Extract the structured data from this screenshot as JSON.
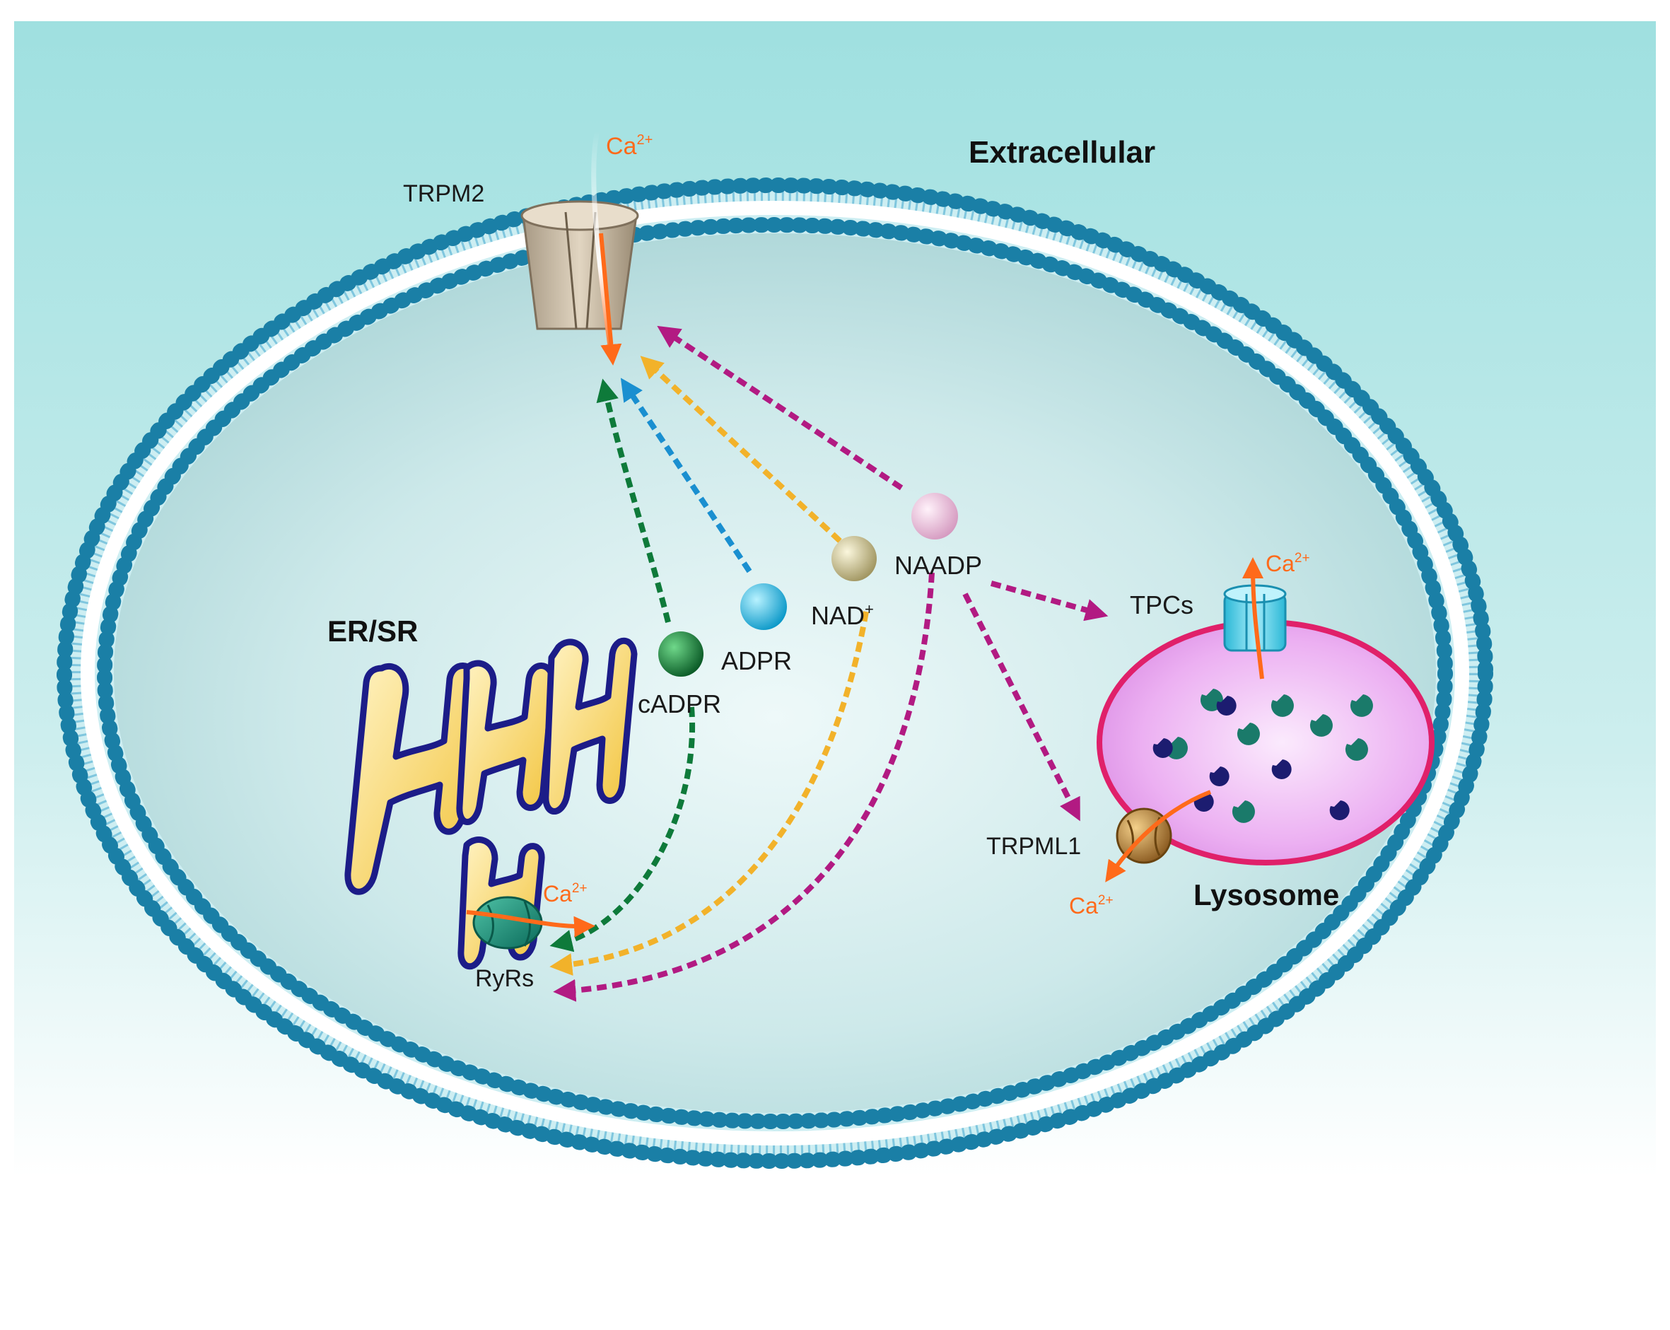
{
  "labels": {
    "extracellular": "Extracellular",
    "trpm2": "TRPM2",
    "er_sr": "ER/SR",
    "ryrs": "RyRs",
    "tpcs": "TPCs",
    "trpml1": "TRPML1",
    "lysosome": "Lysosome",
    "cadpr": "cADPR",
    "adpr": "ADPR",
    "nad_base": "NAD",
    "nad_sup": "+",
    "naadp": "NAADP",
    "ca_base": "Ca",
    "ca_sup": "2+"
  },
  "colors": {
    "background_top": "#9fe0e0",
    "background_bottom": "#ffffff",
    "membrane_head": "#1a7fa6",
    "cytoplasm": "#d7eff0",
    "calcium": "#ff6a1a",
    "cadpr": "#0e7a3a",
    "adpr": "#1a9fd6",
    "nad": "#e8c85a",
    "naadp": "#c82a8a",
    "lysosome_fill": "#eeb6f2",
    "lysosome_border": "#e0206a",
    "er_fill": "#f6cd5a",
    "er_border": "#1c1c88"
  }
}
